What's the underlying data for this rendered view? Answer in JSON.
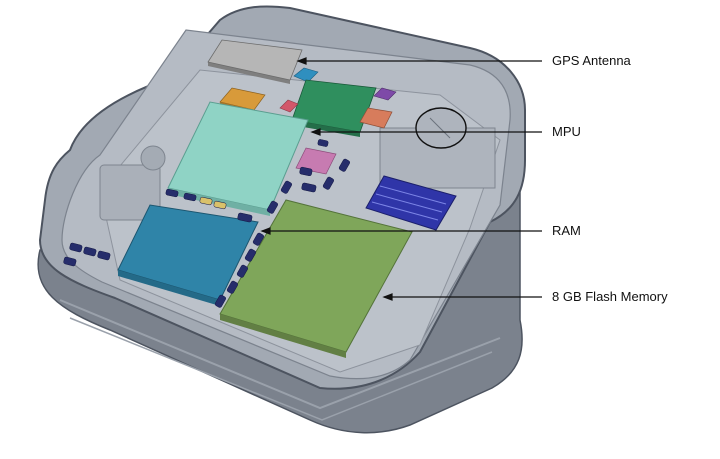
{
  "colors": {
    "background": "#ffffff",
    "housing": "#8e96a1",
    "housing_dark": "#5d6470",
    "board": "#b9bfc8",
    "gps_antenna": "#b3b3b3",
    "mpu": "#8fd3c5",
    "ram": "#2f84a8",
    "flash": "#7fa65a",
    "green_chip": "#2f8f5e",
    "orange_chip": "#d89a3a",
    "salmon_chip": "#d77c5c",
    "pink_chip": "#c77bb1",
    "connector": "#2f35a8",
    "small_parts": "#262d6b",
    "leader_line": "#111111"
  },
  "components": [
    {
      "key": "gps",
      "label": "GPS Antenna",
      "icon": "gps-antenna-icon"
    },
    {
      "key": "mpu",
      "label": "MPU",
      "icon": "mpu-chip-icon"
    },
    {
      "key": "ram",
      "label": "RAM",
      "icon": "ram-chip-icon"
    },
    {
      "key": "flash",
      "label": "8 GB Flash Memory",
      "icon": "flash-memory-chip-icon"
    }
  ]
}
